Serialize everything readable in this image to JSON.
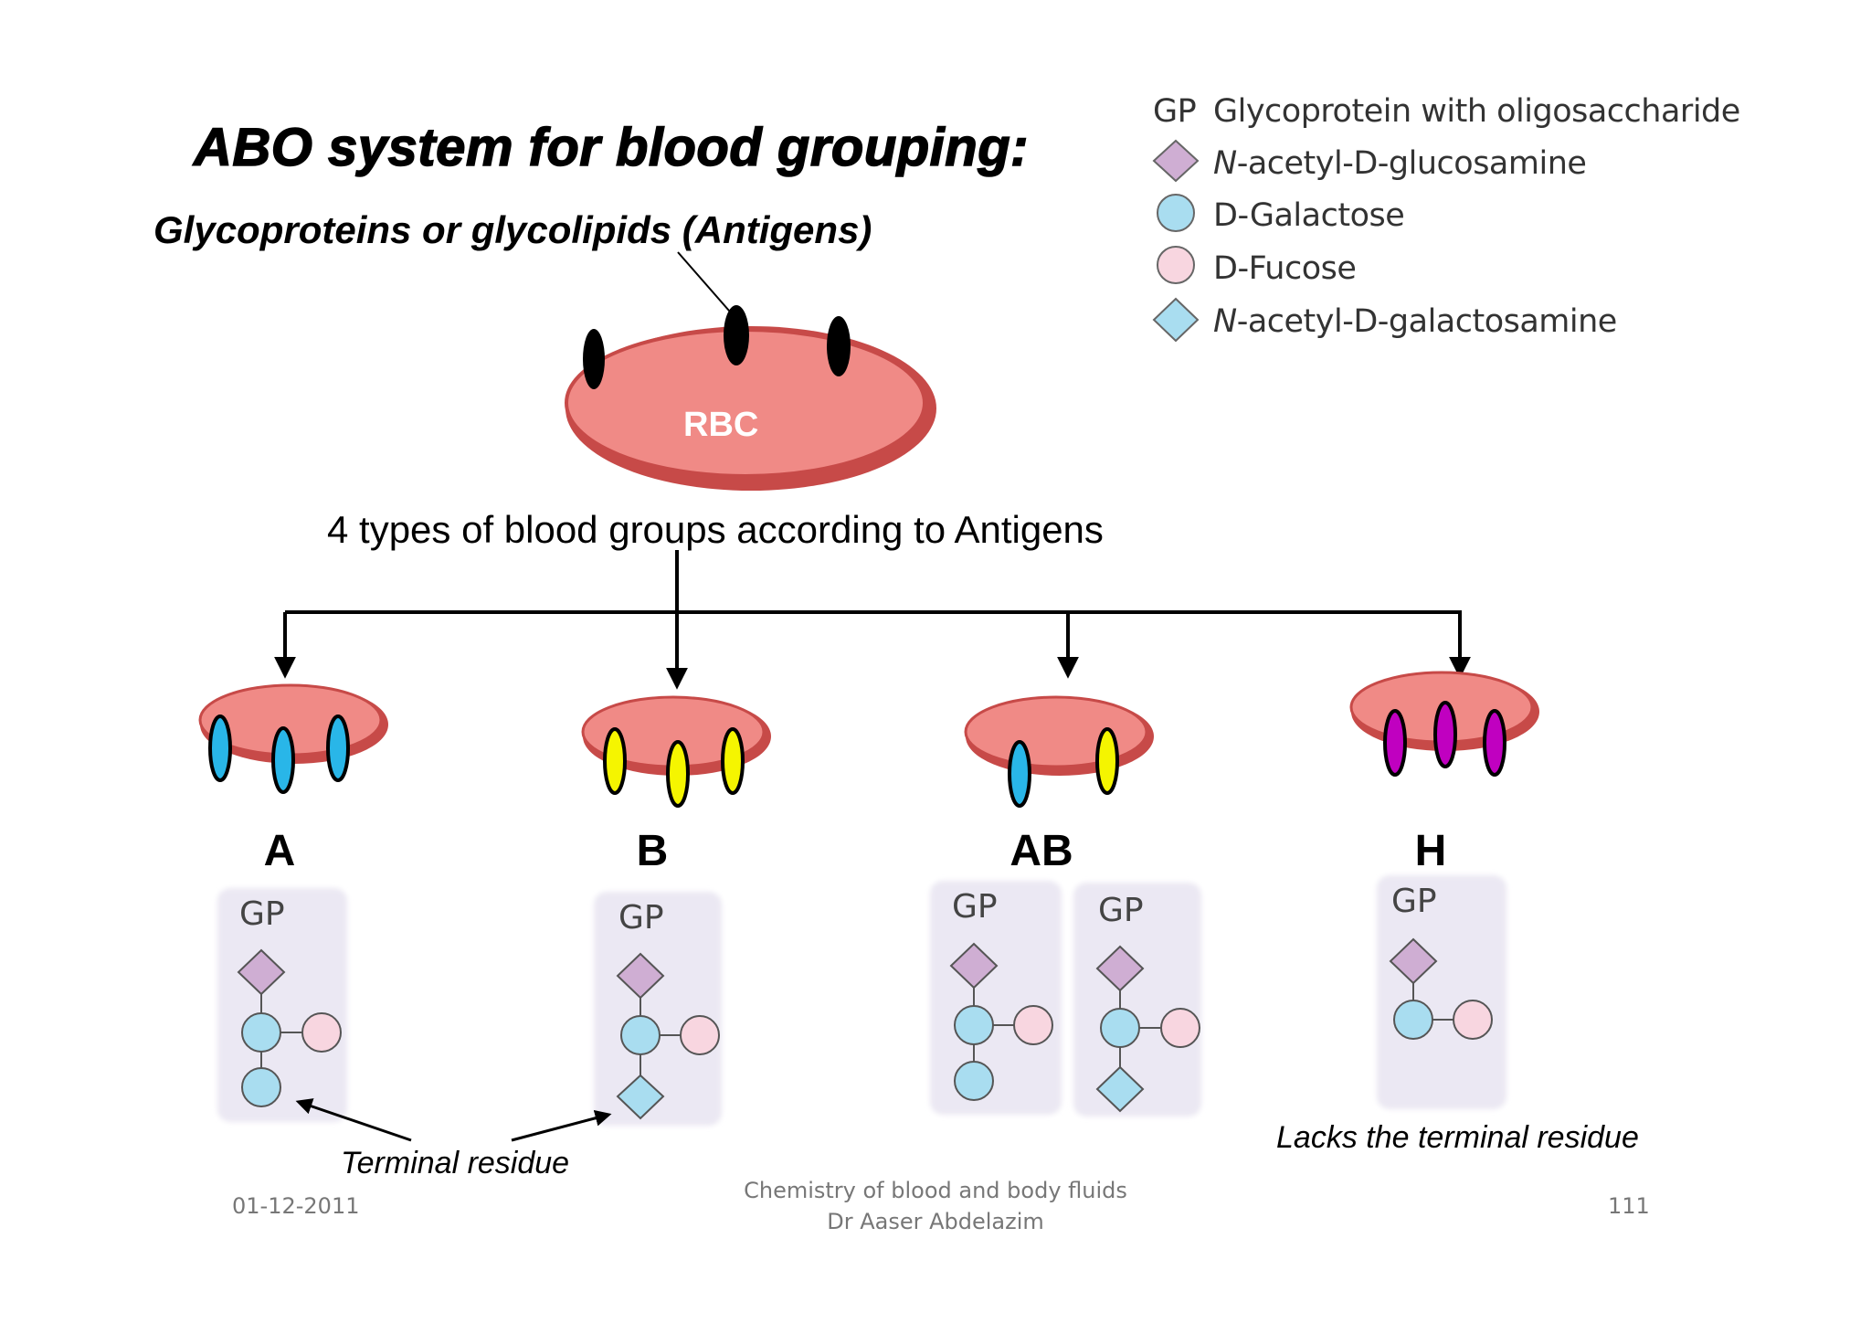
{
  "slide": {
    "title": "ABO system for blood grouping:",
    "subtitle": "Glycoproteins or glycolipids (Antigens)",
    "rbc_label": "RBC",
    "types_text": "4 types of blood groups according to Antigens"
  },
  "legend": {
    "gp_abbr": "GP",
    "gp_text": "Glycoprotein with oligosaccharide",
    "items": [
      {
        "prefix": "N",
        "text": "-acetyl-D-glucosamine",
        "shape": "diamond",
        "color": "#cfaed3"
      },
      {
        "prefix": "",
        "text": "D-Galactose",
        "shape": "circle",
        "color": "#a9ddf0"
      },
      {
        "prefix": "",
        "text": "D-Fucose",
        "shape": "circle",
        "color": "#f8d6e0"
      },
      {
        "prefix": "N",
        "text": "-acetyl-D-galactosamine",
        "shape": "diamond",
        "color": "#a9ddf0"
      }
    ]
  },
  "groups": [
    {
      "label": "A",
      "antigen_color": "#29b6e8",
      "structure_labels": [
        "GP"
      ]
    },
    {
      "label": "B",
      "antigen_color": "#f5f500",
      "structure_labels": [
        "GP"
      ]
    },
    {
      "label": "AB",
      "antigen_color": "#29b6e8",
      "antigen_color_2": "#f5f500",
      "structure_labels": [
        "GP",
        "GP"
      ]
    },
    {
      "label": "H",
      "antigen_color": "#c000c0",
      "structure_labels": [
        "GP"
      ]
    }
  ],
  "notes": {
    "terminal_residue": "Terminal residue",
    "lacks_terminal": "Lacks the terminal residue"
  },
  "footer": {
    "date": "01-12-2011",
    "course": "Chemistry of blood and body fluids",
    "author": "Dr Aaser Abdelazim",
    "page": "111"
  },
  "colors": {
    "rbc_fill": "#f08a86",
    "rbc_edge": "#c74a48",
    "glcnac": "#cfaed3",
    "galactose": "#a9ddf0",
    "fucose": "#f8d6e0",
    "galnac": "#a9ddf0",
    "panel": "#ebe8f3"
  }
}
